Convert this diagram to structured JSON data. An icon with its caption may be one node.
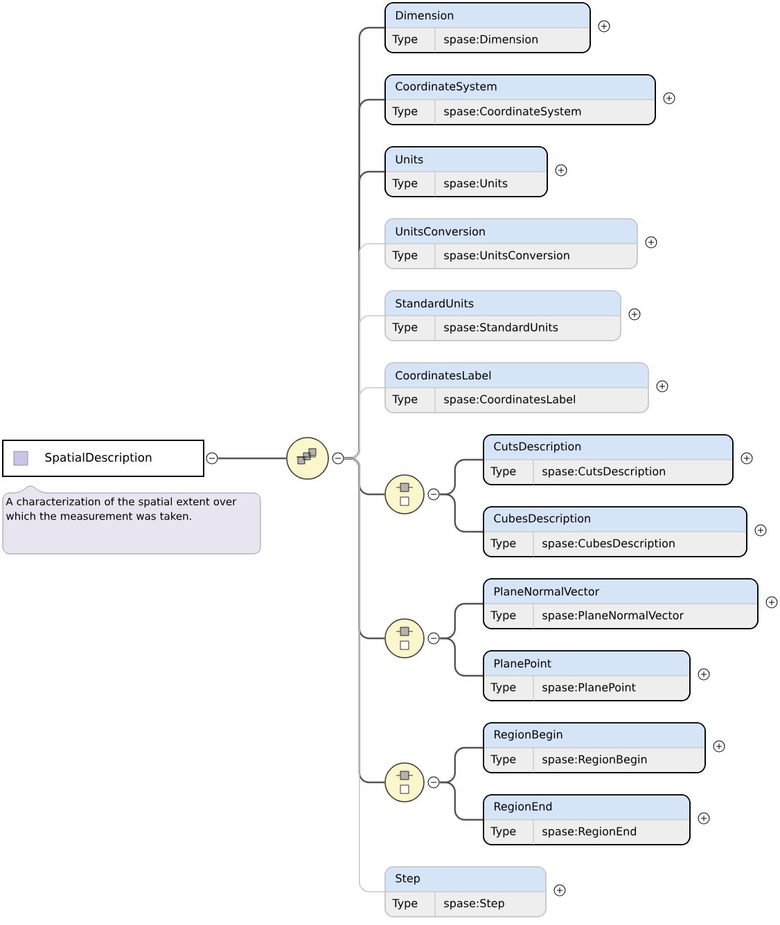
{
  "diagram": {
    "nodes": [
      {
        "text": [
          "SpatialDescription"
        ],
        "beside": [
          "A characterization of the spatial extent over which the measurement was taken."
        ]
      },
      {
        "text": [],
        "shape": "circle"
      },
      {
        "text": [
          "Dimension",
          "Type",
          "spase:Dimension"
        ]
      },
      {
        "text": [
          "CoordinateSystem",
          "Type",
          "spase:CoordinateSystem"
        ]
      },
      {
        "text": [
          "Units",
          "Type",
          "spase:Units"
        ]
      },
      {
        "text": [
          "UnitsConversion",
          "Type",
          "spase:UnitsConversion"
        ]
      },
      {
        "text": [
          "StandardUnits",
          "Type",
          "spase:StandardUnits"
        ]
      },
      {
        "text": [
          "CoordinatesLabel",
          "Type",
          "spase:CoordinatesLabel"
        ]
      },
      {
        "text": [],
        "shape": "circle"
      },
      {
        "text": [
          "CutsDescription",
          "Type",
          "spase:CutsDescription"
        ]
      },
      {
        "text": [
          "CubesDescription",
          "Type",
          "spase:CubesDescription"
        ]
      },
      {
        "text": [],
        "shape": "circle"
      },
      {
        "text": [
          "PlaneNormalVector",
          "Type",
          "spase:PlaneNormalVector"
        ]
      },
      {
        "text": [
          "PlanePoint",
          "Type",
          "spase:PlanePoint"
        ]
      },
      {
        "text": [],
        "shape": "circle"
      },
      {
        "text": [
          "RegionBegin",
          "Type",
          "spase:RegionBegin"
        ]
      },
      {
        "text": [
          "RegionEnd",
          "Type",
          "spase:RegionEnd"
        ]
      },
      {
        "text": [
          "Step",
          "Type",
          "spase:Step"
        ]
      }
    ],
    "edges": [
      {
        "from": 0,
        "to": 1,
        "arrow": "none"
      },
      {
        "from": 1,
        "to": 2,
        "arrow": "none"
      },
      {
        "from": 1,
        "to": 3,
        "arrow": "none"
      },
      {
        "from": 1,
        "to": 4,
        "arrow": "none"
      },
      {
        "from": 1,
        "to": 5,
        "arrow": "none",
        "color": "#c8c8c8"
      },
      {
        "from": 1,
        "to": 6,
        "arrow": "none",
        "color": "#c8c8c8"
      },
      {
        "from": 1,
        "to": 7,
        "arrow": "none",
        "color": "#c8c8c8"
      },
      {
        "from": 1,
        "to": 8,
        "arrow": "none"
      },
      {
        "from": 8,
        "to": 9,
        "arrow": "none"
      },
      {
        "from": 8,
        "to": 10,
        "arrow": "none"
      },
      {
        "from": 1,
        "to": 11,
        "arrow": "none"
      },
      {
        "from": 11,
        "to": 12,
        "arrow": "none"
      },
      {
        "from": 11,
        "to": 13,
        "arrow": "none"
      },
      {
        "from": 1,
        "to": 14,
        "arrow": "none"
      },
      {
        "from": 14,
        "to": 15,
        "arrow": "none"
      },
      {
        "from": 14,
        "to": 16,
        "arrow": "none"
      },
      {
        "from": 1,
        "to": 17,
        "arrow": "none",
        "color": "#c8c8c8"
      }
    ]
  }
}
